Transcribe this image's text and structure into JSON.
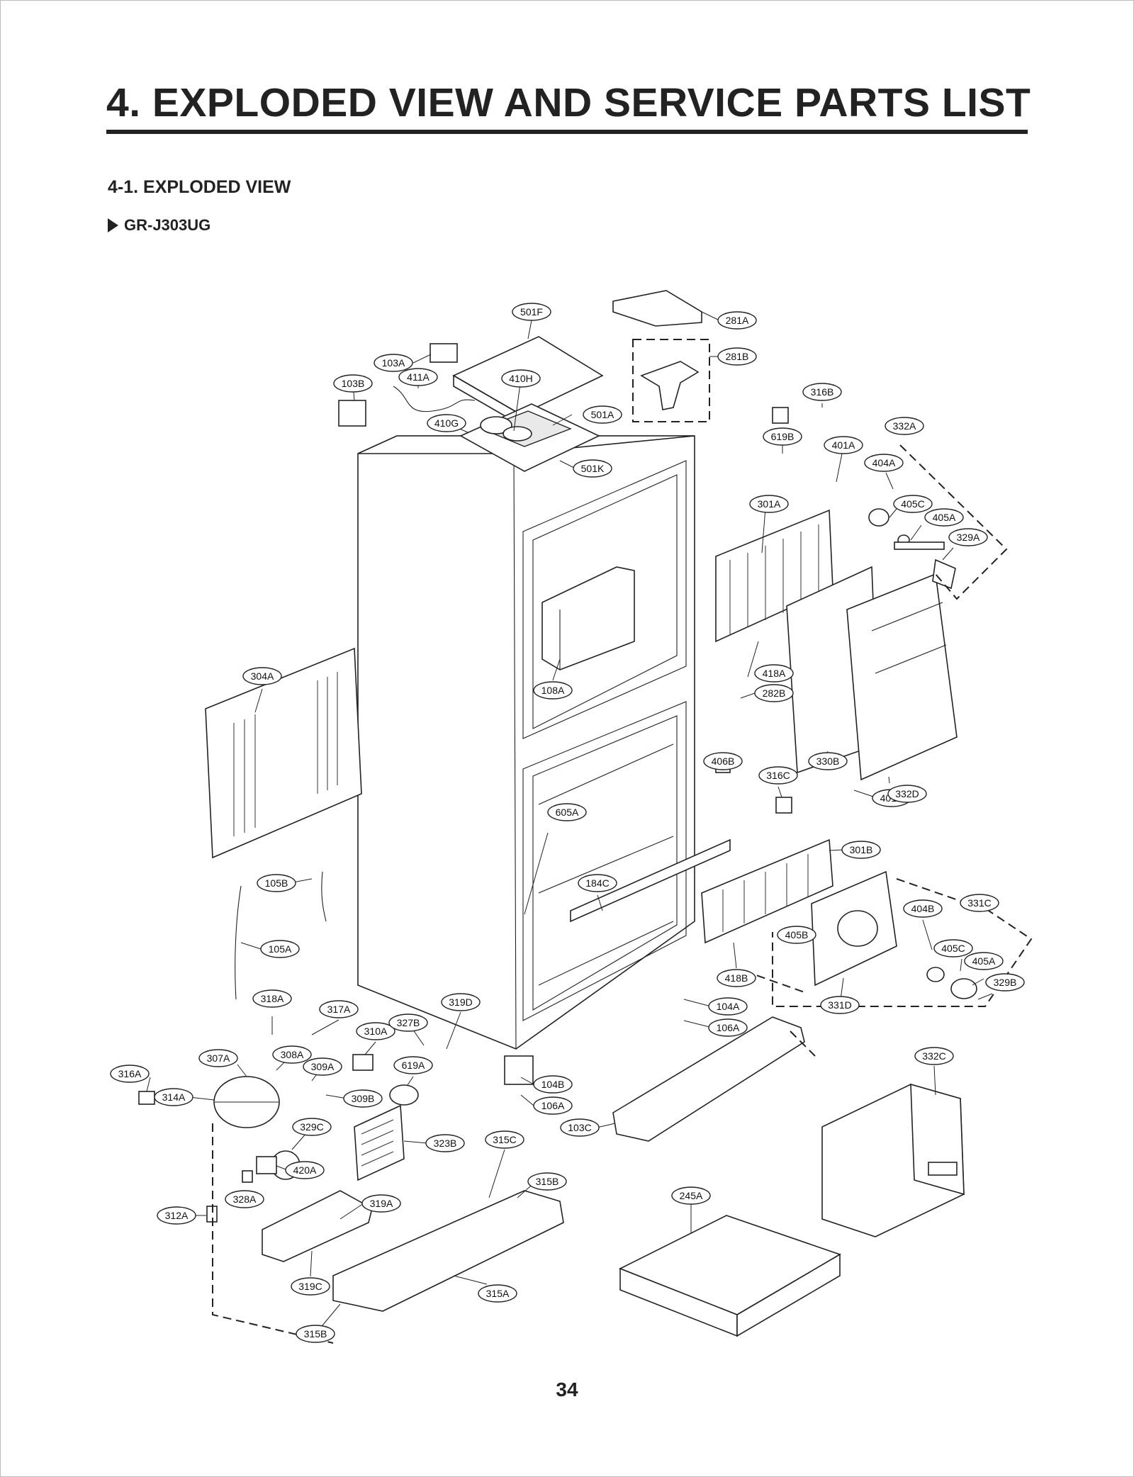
{
  "header": {
    "title": "4. EXPLODED VIEW AND SERVICE PARTS LIST",
    "section": "4-1. EXPLODED VIEW",
    "model": "GR-J303UG"
  },
  "callouts": [
    "501F",
    "281A",
    "281B",
    "103A",
    "103B",
    "411A",
    "410H",
    "501A",
    "410G",
    "501K",
    "316B",
    "619B",
    "401A",
    "332A",
    "404A",
    "301A",
    "405C",
    "405A",
    "329A",
    "108A",
    "304A",
    "418A",
    "282B",
    "406B",
    "330B",
    "316C",
    "401B",
    "332D",
    "605A",
    "301B",
    "184C",
    "105B",
    "105A",
    "404B",
    "331C",
    "405B",
    "405C",
    "405A",
    "329B",
    "418B",
    "331D",
    "318A",
    "317A",
    "319D",
    "104A",
    "106A",
    "310A",
    "327B",
    "307A",
    "308A",
    "316A",
    "309A",
    "619A",
    "104B",
    "314A",
    "309B",
    "106A",
    "103C",
    "332C",
    "329C",
    "323B",
    "315C",
    "420A",
    "315B",
    "328A",
    "319A",
    "245A",
    "312A",
    "319C",
    "315A",
    "315B"
  ],
  "page_number": "34"
}
